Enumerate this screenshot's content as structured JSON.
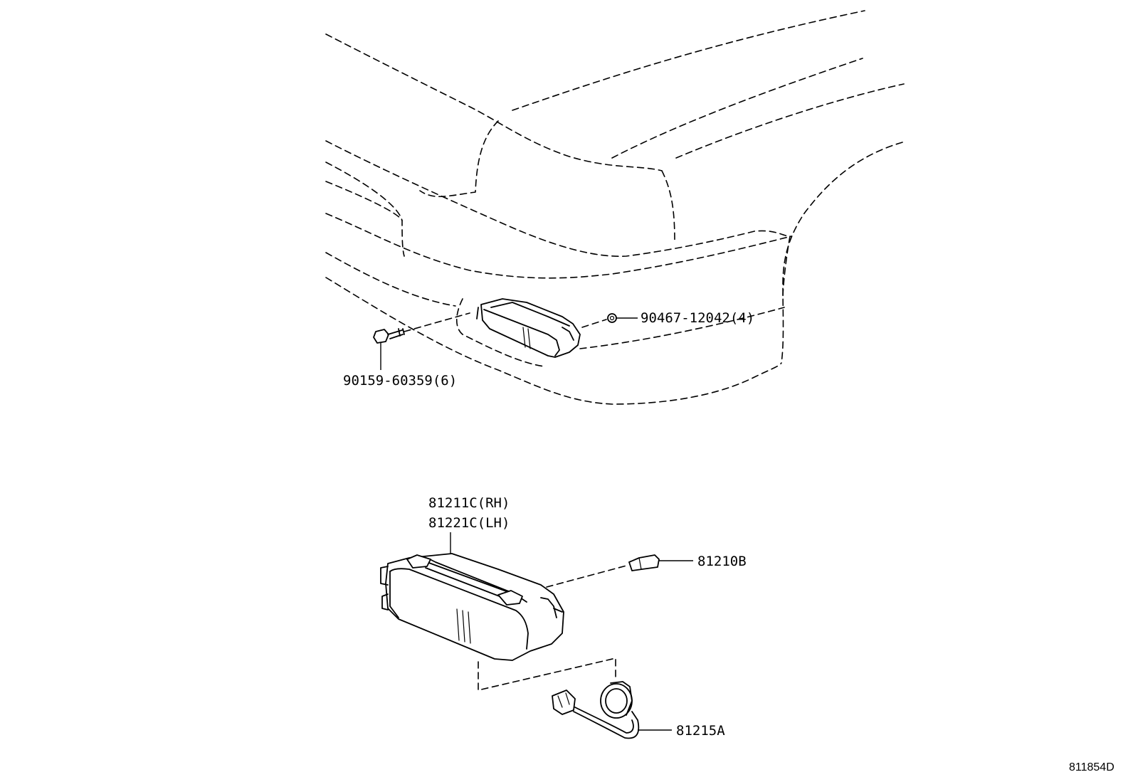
{
  "parts": {
    "nut": {
      "number": "90467-12042(4)"
    },
    "screw": {
      "number": "90159-60359(6)"
    },
    "lamp_rh": {
      "number": "81211C(RH)"
    },
    "lamp_lh": {
      "number": "81221C(LH)"
    },
    "bulb": {
      "number": "81210B"
    },
    "socket": {
      "number": "81215A"
    }
  },
  "illustration": {
    "reference": "811854D"
  }
}
